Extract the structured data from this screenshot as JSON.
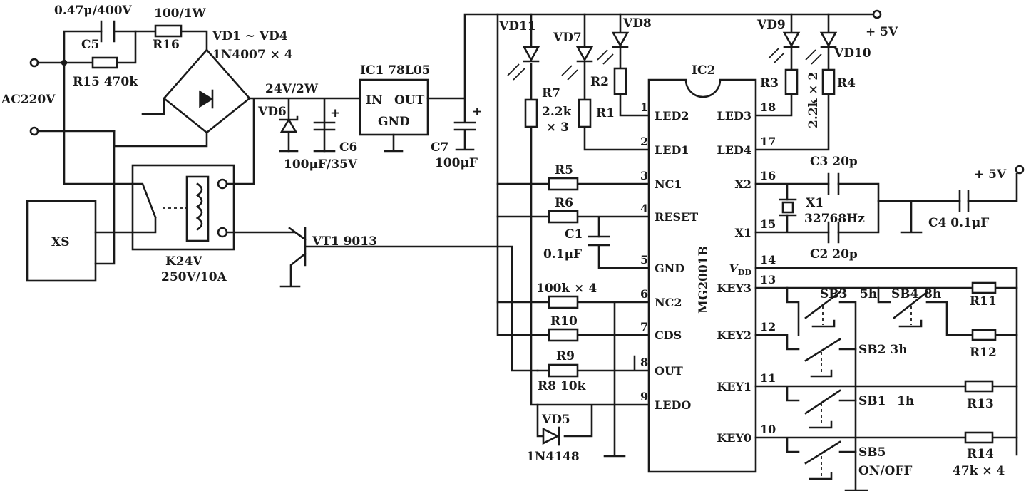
{
  "colors": {
    "ink": "#1a1a1a",
    "background": "#ffffff"
  },
  "power": {
    "ac_input": "AC220V",
    "c5_value": "0.47μ/400V",
    "c5": "C5",
    "r16": "R16",
    "r16_value": "100/1W",
    "r15": "R15 470k",
    "bridge": "VD1 ~ VD4",
    "bridge_value": "1N4007 × 4",
    "rail_24v": "24V/2W",
    "vd6": "VD6",
    "c6": "C6",
    "c6_value": "100μF/35V",
    "regulator_label": "IC1 78L05",
    "reg_in": "IN",
    "reg_out": "OUT",
    "reg_gnd": "GND",
    "c7": "C7",
    "c7_value": "100μF",
    "plus5v_top": "+ 5V",
    "plus5v_right": "+ 5V",
    "plus_sign": "+"
  },
  "relay": {
    "socket": "XS",
    "relay_name": "K24V",
    "relay_rating": "250V/10A",
    "transistor": "VT1 9013"
  },
  "leds": {
    "vd11": "VD11",
    "vd7": "VD7",
    "vd8": "VD8",
    "vd9": "VD9",
    "vd10": "VD10",
    "r7": "R7",
    "r7_value": "2.2k",
    "r7_count": "× 3",
    "r1": "R1",
    "r2": "R2",
    "r3": "R3",
    "r4": "R4",
    "r34_value": "2.2k × 2"
  },
  "left_network": {
    "r5": "R5",
    "r6": "R6",
    "c1": "C1",
    "c1_value": "0.1μF",
    "r100k": "100k × 4",
    "r10": "R10",
    "r9": "R9",
    "r8": "R8 10k",
    "vd5": "VD5",
    "vd5_value": "1N4148"
  },
  "ic2": {
    "name": "IC2",
    "part": "MG2001B",
    "left_pins": [
      {
        "num": "1",
        "name": "LED2"
      },
      {
        "num": "2",
        "name": "LED1"
      },
      {
        "num": "3",
        "name": "NC1"
      },
      {
        "num": "4",
        "name": "RESET"
      },
      {
        "num": "5",
        "name": "GND"
      },
      {
        "num": "6",
        "name": "NC2"
      },
      {
        "num": "7",
        "name": "CDS"
      },
      {
        "num": "8",
        "name": "OUT"
      },
      {
        "num": "9",
        "name": "LEDO"
      }
    ],
    "right_pins": [
      {
        "num": "18",
        "name": "LED3"
      },
      {
        "num": "17",
        "name": "LED4"
      },
      {
        "num": "16",
        "name": "X2"
      },
      {
        "num": "15",
        "name": "X1"
      },
      {
        "num": "14",
        "name": "V",
        "sub": "DD"
      },
      {
        "num": "13",
        "name": "KEY3"
      },
      {
        "num": "12",
        "name": "KEY2"
      },
      {
        "num": "11",
        "name": "KEY1"
      },
      {
        "num": "10",
        "name": "KEY0"
      }
    ]
  },
  "oscillator": {
    "c3": "C3 20p",
    "x1": "X1",
    "x1_value": "32768Hz",
    "c2": "C2 20p",
    "c4": "C4 0.1μF"
  },
  "keys": {
    "sb3": "SB3",
    "sb3_time": "5h",
    "sb4": "SB4",
    "sb4_time": "8h",
    "sb2": "SB2 3h",
    "sb1": "SB1",
    "sb1_time": "1h",
    "sb5": "SB5",
    "sb5_value": "ON/OFF",
    "r11": "R11",
    "r12": "R12",
    "r13": "R13",
    "r14": "R14",
    "r14_value": "47k × 4"
  }
}
